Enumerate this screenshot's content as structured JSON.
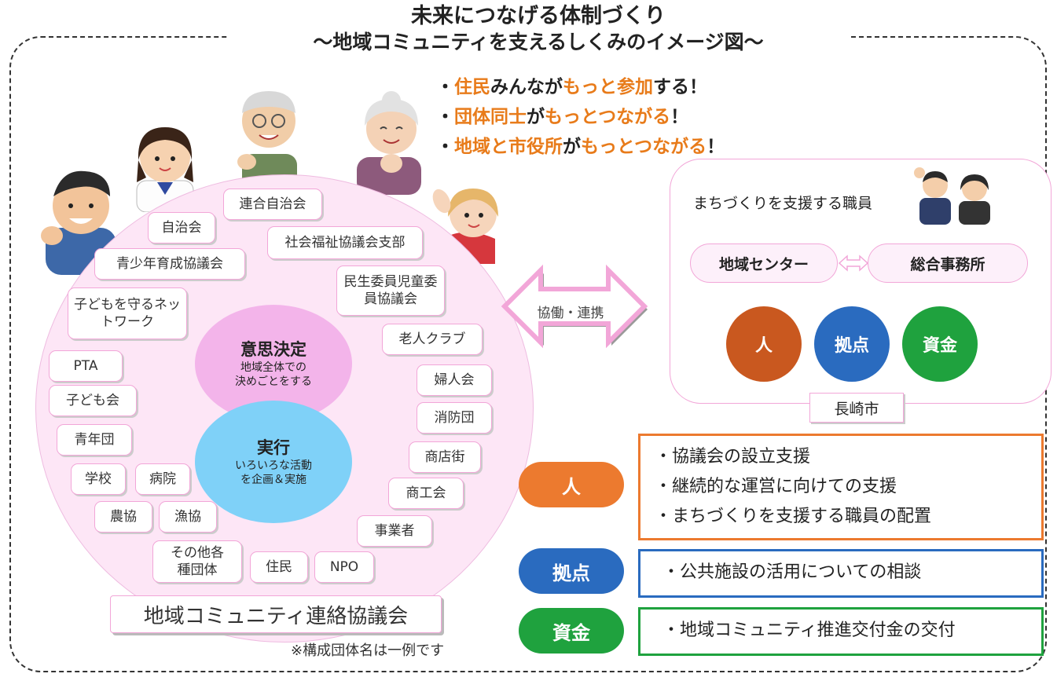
{
  "title": "未来につなげる体制づくり",
  "subtitle": "〜地域コミュニティを支えるしくみのイメージ図〜",
  "goals": [
    {
      "parts": [
        {
          "t": "・"
        },
        {
          "t": "住民",
          "hl": true
        },
        {
          "t": "みんなが"
        },
        {
          "t": "もっと参加",
          "hl": true
        },
        {
          "t": "する！"
        }
      ]
    },
    {
      "parts": [
        {
          "t": "・"
        },
        {
          "t": "団体同士",
          "hl": true
        },
        {
          "t": "が"
        },
        {
          "t": "もっとつながる",
          "hl": true
        },
        {
          "t": "！"
        }
      ]
    },
    {
      "parts": [
        {
          "t": "・"
        },
        {
          "t": "地域と市役所",
          "hl": true
        },
        {
          "t": "が"
        },
        {
          "t": "もっとつながる",
          "hl": true
        },
        {
          "t": "！"
        }
      ]
    }
  ],
  "council": {
    "members": [
      "連合自治会",
      "自治会",
      "社会福祉協議会支部",
      "青少年育成協議会",
      "民生委員児童委員協議会",
      "子どもを守るネットワーク",
      "老人クラブ",
      "PTA",
      "婦人会",
      "子ども会",
      "消防団",
      "青年団",
      "商店街",
      "学校",
      "病院",
      "商工会",
      "農協",
      "漁協",
      "事業者",
      "その他各種団体",
      "住民",
      "NPO"
    ],
    "decision": {
      "title": "意思決定",
      "desc1": "地域全体での",
      "desc2": "決めごとをする"
    },
    "execution": {
      "title": "実行",
      "desc1": "いろいろな活動",
      "desc2": "を企画＆実施"
    },
    "label": "地域コミュニティ連絡協議会",
    "note": "※構成団体名は一例です"
  },
  "cooperation_label": "協働・連携",
  "city": {
    "staff_label": "まちづくりを支援する職員",
    "offices": [
      "地域センター",
      "総合事務所"
    ],
    "resources": [
      "人",
      "拠点",
      "資金"
    ],
    "name": "長崎市"
  },
  "support": [
    {
      "label": "人",
      "color": "#ec7a2f",
      "items": [
        "・協議会の設立支援",
        "・継続的な運営に向けての支援",
        "・まちづくりを支援する職員の配置"
      ]
    },
    {
      "label": "拠点",
      "color": "#2a6bbf",
      "items": [
        "・公共施設の活用についての相談"
      ]
    },
    {
      "label": "資金",
      "color": "#1fa23e",
      "items": [
        "・地域コミュニティ推進交付金の交付"
      ]
    }
  ],
  "colors": {
    "highlight": "#e87b1a",
    "council_bg": "#fde6f6",
    "decision": "#f3b4ea",
    "execution": "#7fd1f8",
    "border_pink": "#f2a6d8"
  },
  "icons": [
    "resident-man-icon",
    "student-girl-icon",
    "elderly-man-icon",
    "elderly-woman-icon",
    "waving-woman-icon",
    "city-staff-icon"
  ]
}
